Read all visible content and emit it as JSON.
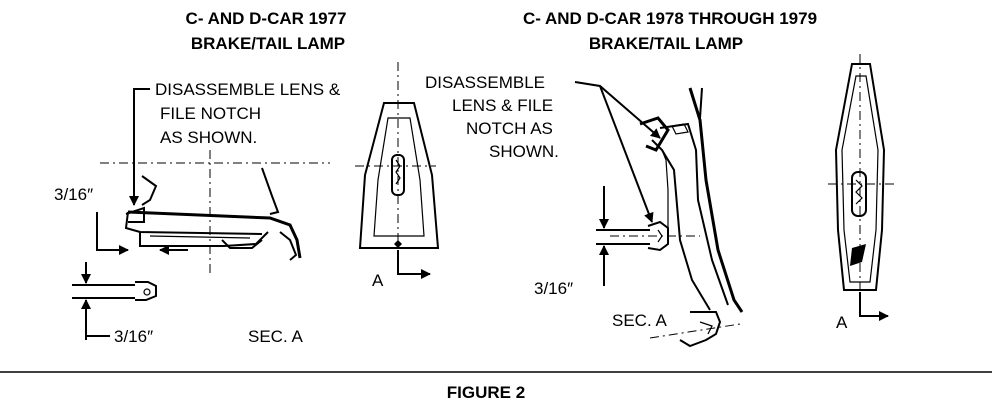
{
  "left_panel": {
    "title_line1": "C- AND D-CAR 1977",
    "title_line2": "BRAKE/TAIL LAMP",
    "note_line1": "DISASSEMBLE LENS &",
    "note_line2": "FILE NOTCH",
    "note_line3": "AS SHOWN.",
    "dim_top": "3/16″",
    "dim_bottom": "3/16″",
    "section_label": "SEC. A",
    "view_label": "A"
  },
  "right_panel": {
    "title_line1": "C- AND D-CAR 1978 THROUGH 1979",
    "title_line2": "BRAKE/TAIL LAMP",
    "note_line1": "DISASSEMBLE",
    "note_line2": "LENS & FILE",
    "note_line3": "NOTCH AS",
    "note_line4": "SHOWN.",
    "dim": "3/16″",
    "section_label": "SEC. A",
    "view_label": "A"
  },
  "caption": "FIGURE 2"
}
